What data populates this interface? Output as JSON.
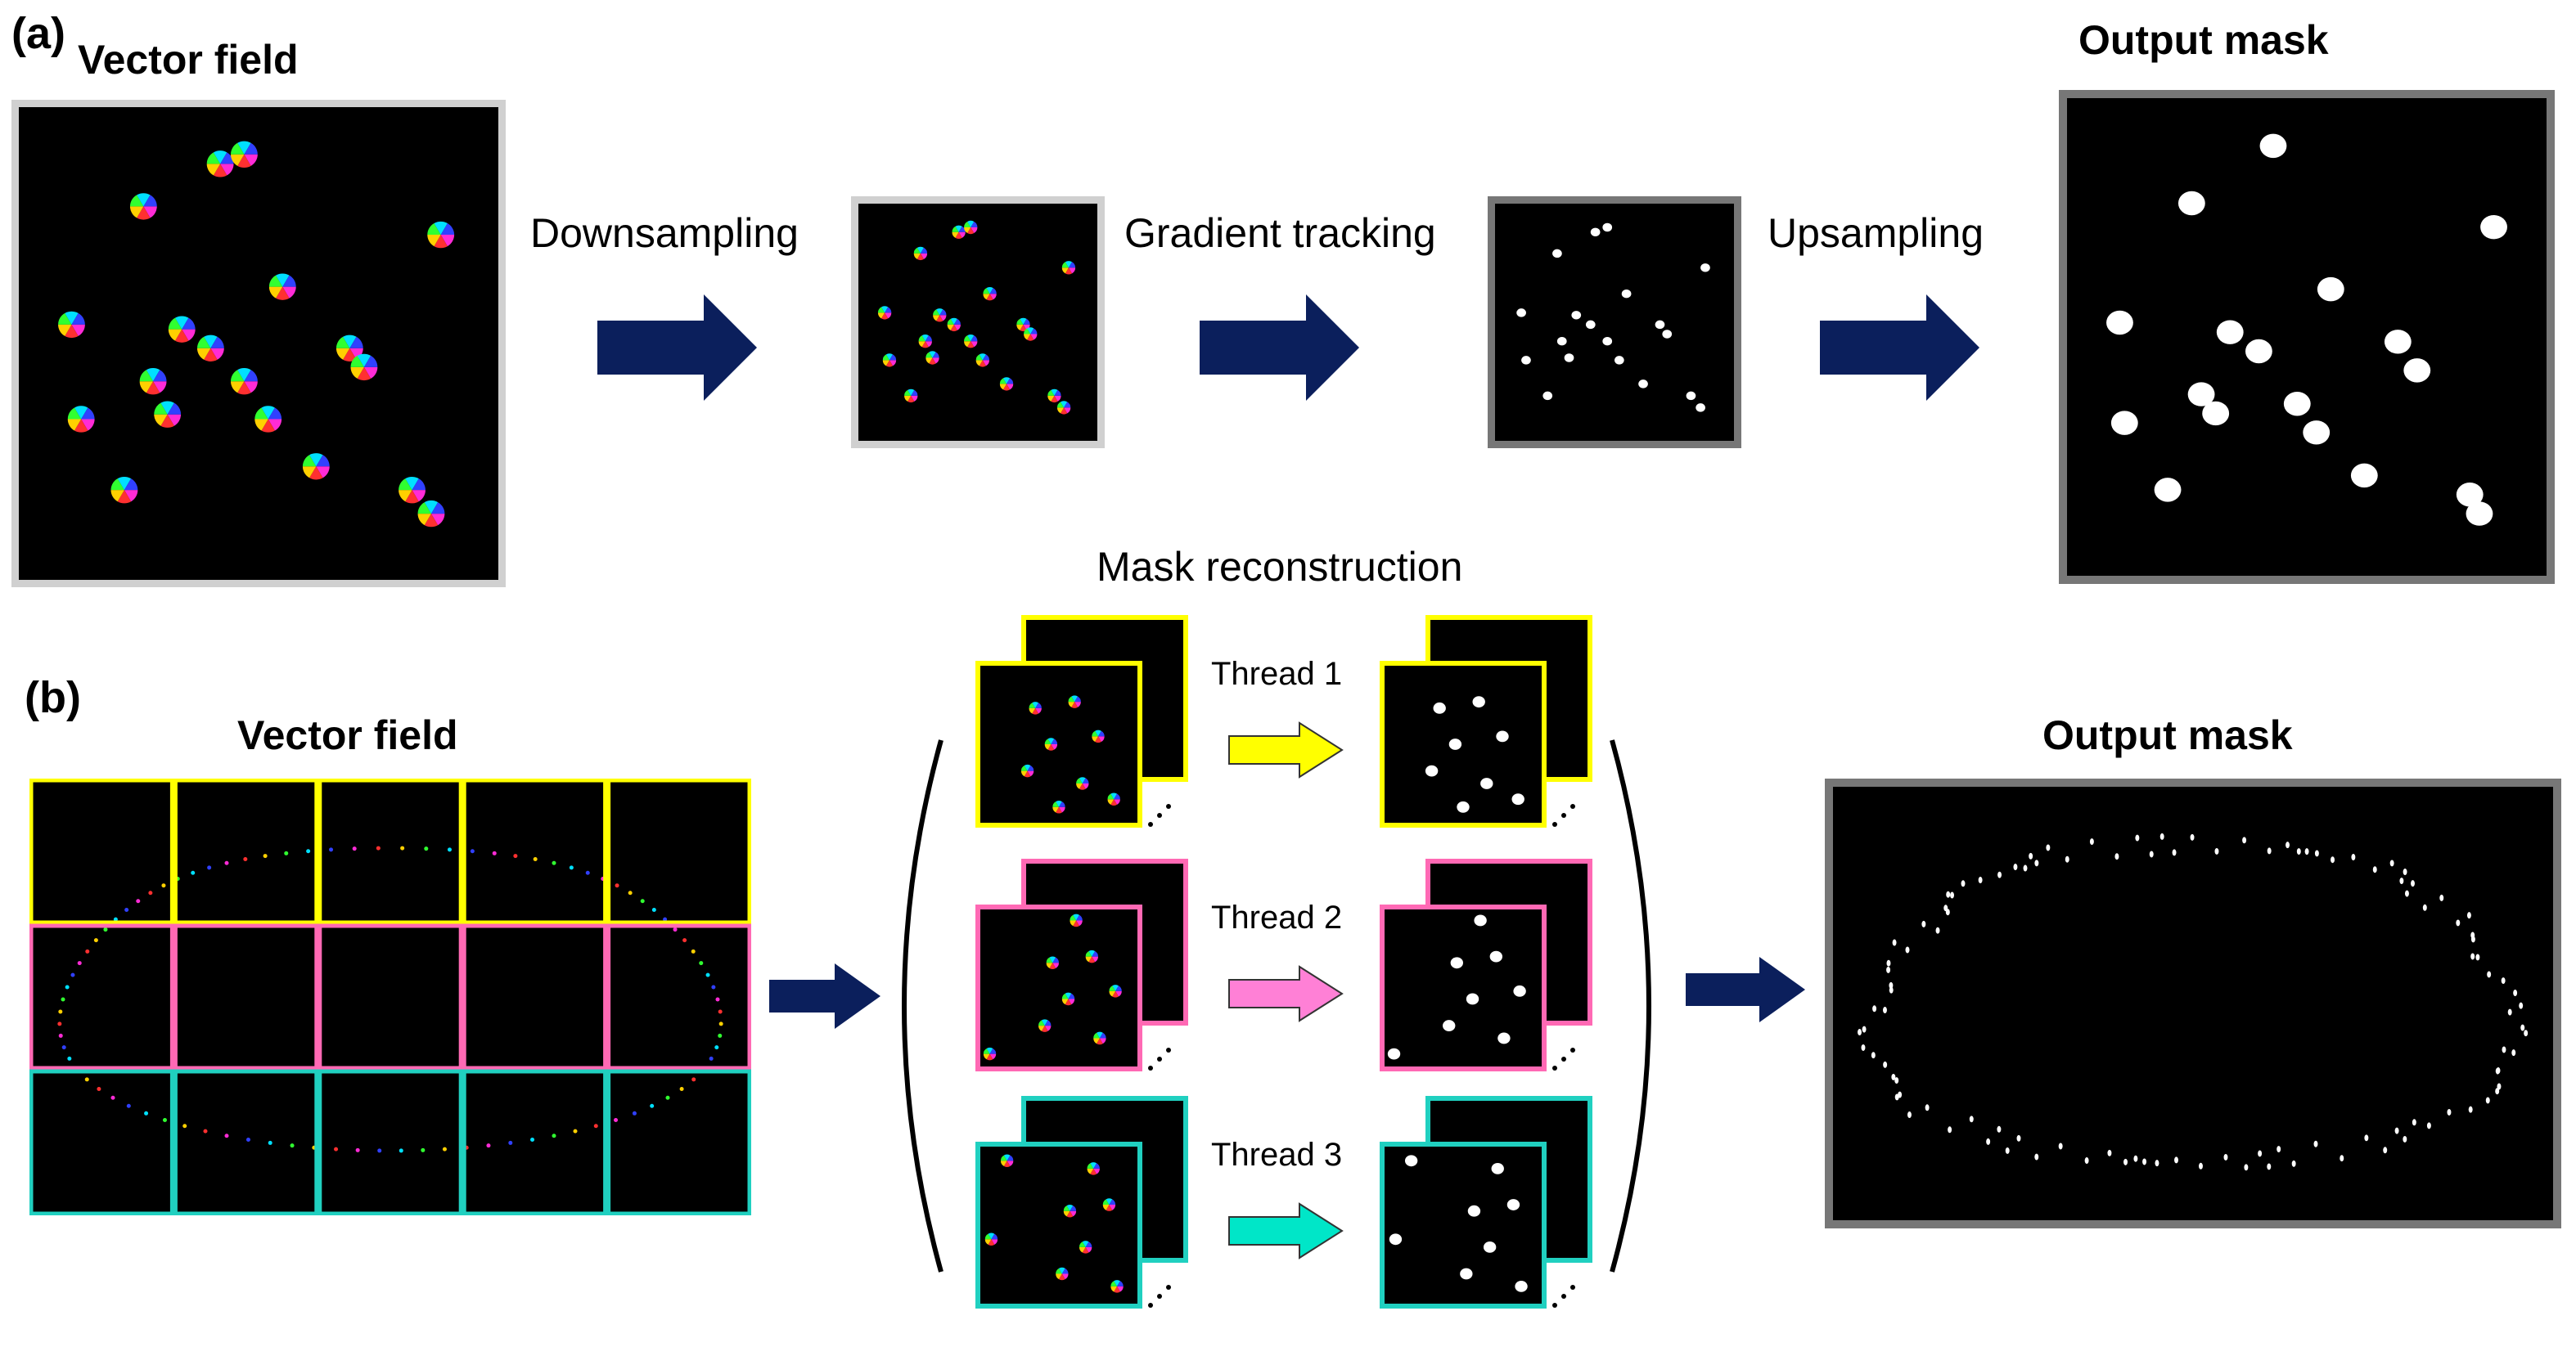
{
  "panel_a": {
    "label": "(a)",
    "vector_field_title": "Vector field",
    "output_mask_title": "Output mask",
    "steps": [
      "Downsampling",
      "Gradient tracking",
      "Upsampling"
    ]
  },
  "panel_b": {
    "label": "(b)",
    "vector_field_title": "Vector field",
    "output_mask_title": "Output mask",
    "mask_reconstruction_title": "Mask reconstruction",
    "threads": [
      {
        "label": "Thread 1",
        "color": "#ffff00"
      },
      {
        "label": "Thread 2",
        "color": "#ff80d6"
      },
      {
        "label": "Thread 3",
        "color": "#00e6c8"
      }
    ],
    "row_border_colors": [
      "#ffff00",
      "#ff69b4",
      "#20d0c0"
    ]
  },
  "colors": {
    "arrow_navy": "#0b1f5c",
    "frame_light_gray": "#d0d0d0",
    "frame_dark_gray": "#777777"
  }
}
